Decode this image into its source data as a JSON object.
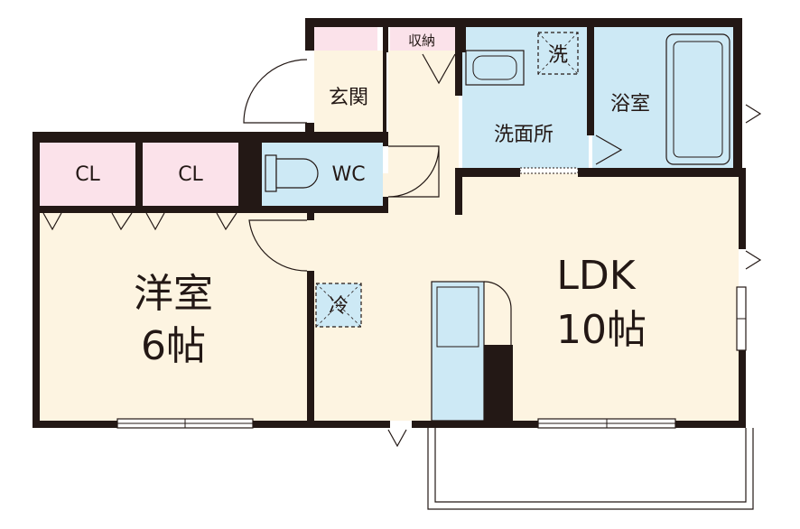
{
  "rooms": {
    "western_room": {
      "name": "洋室",
      "size": "6帖"
    },
    "ldk": {
      "name": "LDK",
      "size": "10帖"
    },
    "entrance": {
      "name": "玄関"
    },
    "storage": {
      "name": "収納"
    },
    "washroom": {
      "name": "洗面所"
    },
    "bathroom": {
      "name": "浴室"
    },
    "toilet": {
      "name": "WC"
    },
    "closet_1": {
      "name": "CL"
    },
    "closet_2": {
      "name": "CL"
    }
  },
  "symbols": {
    "washing_machine": "洗",
    "refrigerator": "冷"
  },
  "colors": {
    "wall": "#231815",
    "floor_living": "#fdf4e1",
    "wet_area": "#cde9f5",
    "closet": "#fbe2ea"
  }
}
